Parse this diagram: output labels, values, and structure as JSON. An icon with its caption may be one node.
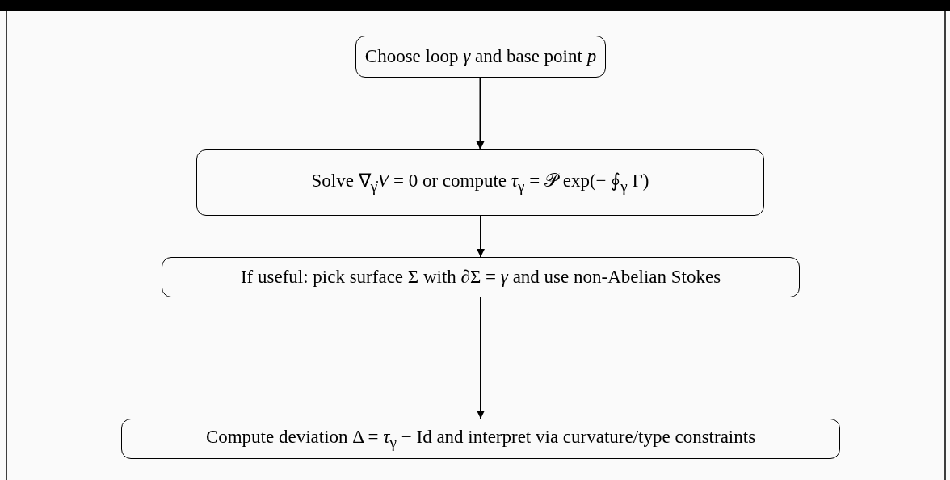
{
  "diagram": {
    "nodes": [
      {
        "text": [
          "Choose loop *γ* and base point *p*"
        ]
      },
      {
        "text": [
          "Solve ∇$_{γ̇}$*V* = 0 or compute *τ*$_{γ}$ = 𝒫 exp(− ∮$_{γ}$ Γ)"
        ]
      },
      {
        "text": [
          "If useful: pick surface Σ with ∂Σ = *γ* and use non-Abelian Stokes"
        ]
      },
      {
        "text": [
          "Compute deviation Δ = *τ*$_{γ}$ − Id and interpret via curvature/type constraints"
        ]
      }
    ],
    "edges": [
      {
        "from": 0,
        "to": 1,
        "arrow": "to"
      },
      {
        "from": 1,
        "to": 2,
        "arrow": "to"
      },
      {
        "from": 2,
        "to": 3,
        "arrow": "to"
      }
    ]
  }
}
